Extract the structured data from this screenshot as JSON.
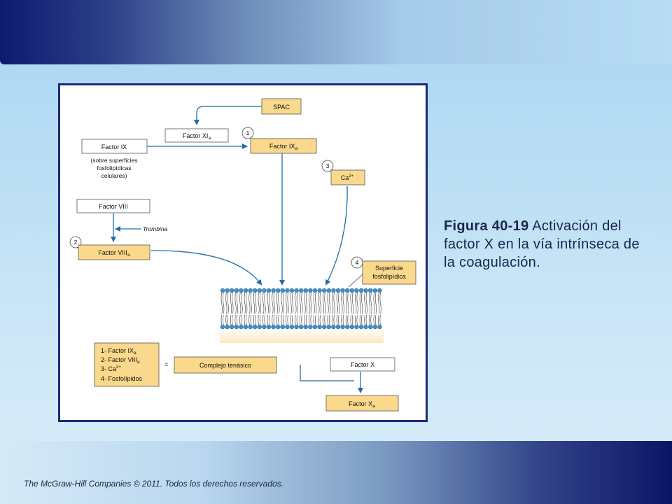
{
  "diagram": {
    "spac": "SPAC",
    "factor_xia": {
      "main": "Factor XI",
      "sub": "a"
    },
    "factor_ix": "Factor IX",
    "factor_ixa": {
      "main": "Factor IX",
      "sub": "a"
    },
    "ix_note": [
      "(sobre superficies",
      "fosfolipídicas",
      "celulares)"
    ],
    "ca": {
      "main": "Ca",
      "sup": "2+"
    },
    "factor_viii": "Factor VIII",
    "trombina": "Trombina",
    "factor_viiia": {
      "main": "Factor VIII",
      "sub": "a"
    },
    "superficie": [
      "Superficie",
      "fosfolipídica"
    ],
    "markers": [
      "1",
      "2",
      "3",
      "4"
    ],
    "legend": {
      "line1": {
        "main": "1- Factor IX",
        "sub": "a"
      },
      "line2": {
        "main": "2- Factor VIII",
        "sub": "a"
      },
      "line3": {
        "main": "3- Ca",
        "sup": "2+"
      },
      "line4": "4- Fosfolípidos"
    },
    "equals": "=",
    "complejo": "Complejo tenásico",
    "factor_x": "Factor X",
    "factor_xa": {
      "main": "Factor X",
      "sub": "a"
    }
  },
  "caption": {
    "bold": "Figura 40-19",
    "text": " Activación del factor X en la vía intrínseca de la coagulación."
  },
  "footer": "The McGraw-Hill Companies © 2011. Todos los derechos reservados.",
  "colors": {
    "box_fill": "#fbd98c",
    "arrow": "#1f6fa8",
    "frame": "#1c2a78",
    "membrane_head": "#3d8fc8"
  }
}
